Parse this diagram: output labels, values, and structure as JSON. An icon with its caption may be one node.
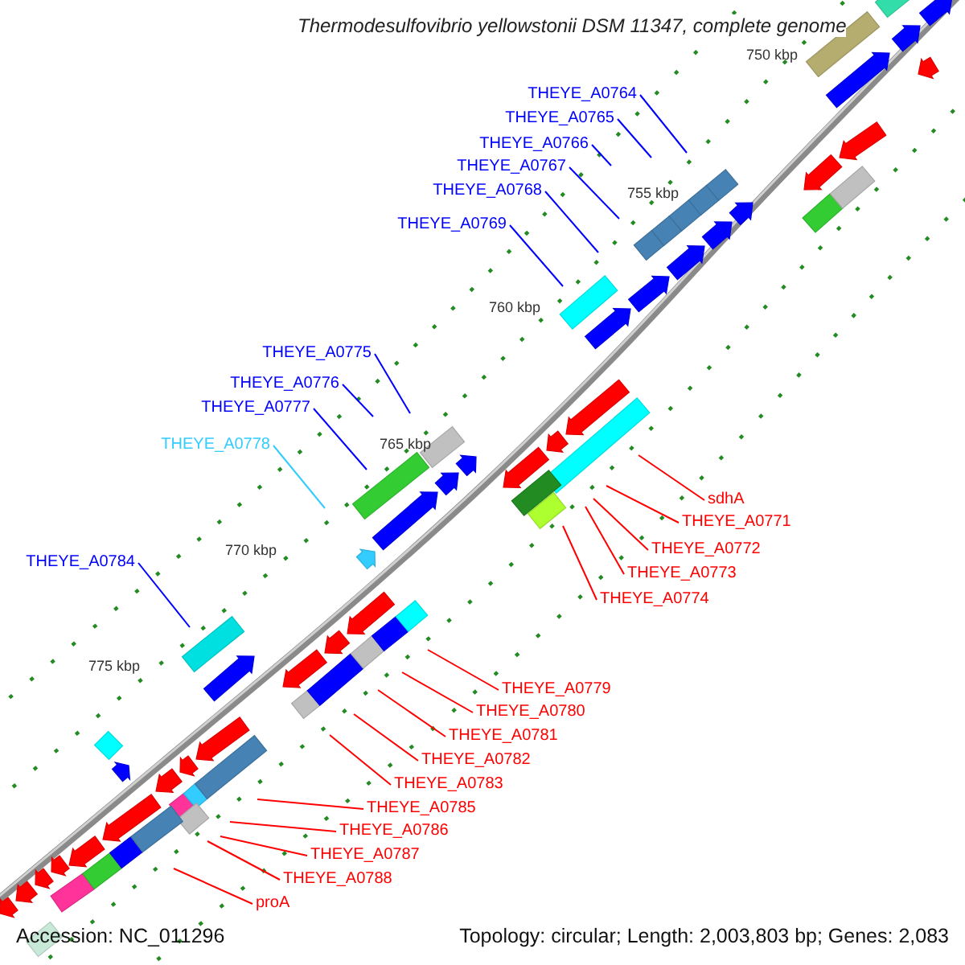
{
  "diagram": {
    "title": "Thermodesulfovibrio yellowstonii DSM 11347, complete genome",
    "nodes": [
      {
        "text": [
          "THEYE_A0764"
        ]
      },
      {
        "text": [
          "THEYE_A0765"
        ]
      },
      {
        "text": [
          "THEYE_A0766"
        ]
      },
      {
        "text": [
          "THEYE_A0767"
        ]
      },
      {
        "text": [
          "THEYE_A0768"
        ]
      },
      {
        "text": [
          "THEYE_A0769"
        ]
      },
      {
        "text": [
          "THEYE_A0775"
        ]
      },
      {
        "text": [
          "THEYE_A0776"
        ]
      },
      {
        "text": [
          "THEYE_A0777"
        ]
      },
      {
        "text": [
          "THEYE_A0778"
        ]
      },
      {
        "text": [
          "sdhA"
        ]
      },
      {
        "text": [
          "THEYE_A0771"
        ]
      },
      {
        "text": [
          "THEYE_A0772"
        ]
      },
      {
        "text": [
          "THEYE_A0784"
        ]
      },
      {
        "text": [
          "THEYE_A0773"
        ]
      },
      {
        "text": [
          "THEYE_A0774"
        ]
      },
      {
        "text": [
          "THEYE_A0779"
        ]
      },
      {
        "text": [
          "THEYE_A0780"
        ]
      },
      {
        "text": [
          "THEYE_A0781"
        ]
      },
      {
        "text": [
          "THEYE_A0782"
        ]
      },
      {
        "text": [
          "THEYE_A0783"
        ]
      },
      {
        "text": [
          "THEYE_A0785"
        ]
      },
      {
        "text": [
          "THEYE_A0786"
        ]
      },
      {
        "text": [
          "THEYE_A0787"
        ]
      },
      {
        "text": [
          "THEYE_A0788"
        ]
      },
      {
        "text": [
          "proA"
        ]
      }
    ],
    "edges": [
      {
        "from": 0,
        "to": null,
        "arrow": "none",
        "color": "#0000ff"
      },
      {
        "from": 1,
        "to": null,
        "arrow": "none",
        "color": "#0000ff"
      },
      {
        "from": 2,
        "to": null,
        "arrow": "none",
        "color": "#0000ff"
      },
      {
        "from": 3,
        "to": null,
        "arrow": "none",
        "color": "#0000ff"
      },
      {
        "from": 4,
        "to": null,
        "arrow": "none",
        "color": "#0000ff"
      },
      {
        "from": 5,
        "to": null,
        "arrow": "none",
        "color": "#0000ff"
      },
      {
        "from": 6,
        "to": null,
        "arrow": "none",
        "color": "#0000ff"
      },
      {
        "from": 7,
        "to": null,
        "arrow": "none",
        "color": "#0000ff"
      },
      {
        "from": 8,
        "to": null,
        "arrow": "none",
        "color": "#0000ff"
      },
      {
        "from": 9,
        "to": null,
        "arrow": "none",
        "color": "#33ccff"
      },
      {
        "from": 10,
        "to": null,
        "arrow": "none"
      },
      {
        "from": 11,
        "to": null,
        "arrow": "none"
      },
      {
        "from": 12,
        "to": null,
        "arrow": "none"
      },
      {
        "from": 13,
        "to": null,
        "arrow": "none",
        "color": "#0000ff"
      },
      {
        "from": 14,
        "to": null,
        "arrow": "none"
      },
      {
        "from": 15,
        "to": null,
        "arrow": "none"
      },
      {
        "from": 16,
        "to": null,
        "arrow": "none"
      },
      {
        "from": 17,
        "to": null,
        "arrow": "none"
      },
      {
        "from": 18,
        "to": null,
        "arrow": "none"
      },
      {
        "from": 19,
        "to": null,
        "arrow": "none"
      },
      {
        "from": 20,
        "to": null,
        "arrow": "none"
      },
      {
        "from": 21,
        "to": null,
        "arrow": "none"
      },
      {
        "from": 22,
        "to": null,
        "arrow": "none"
      },
      {
        "from": 23,
        "to": null,
        "arrow": "none"
      },
      {
        "from": 24,
        "to": null,
        "arrow": "none"
      },
      {
        "from": 25,
        "to": null,
        "arrow": "none"
      }
    ],
    "labels": [
      "750 kbp",
      "755 kbp",
      "760 kbp",
      "765 kbp",
      "770 kbp",
      "775 kbp",
      "Accession: NC_011296",
      "Topology: circular; Length: 2,003,803 bp; Genes: 2,083"
    ]
  }
}
